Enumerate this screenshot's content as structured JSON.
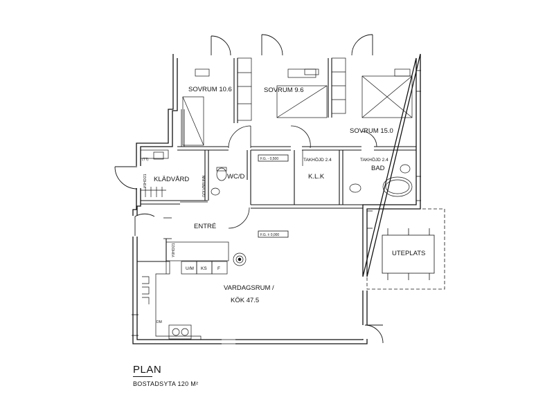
{
  "plan": {
    "title": "PLAN",
    "area_label": "BOSTADSYTA  120 M²"
  },
  "rooms": {
    "sovrum1": "SOVRUM 10.6",
    "sovrum2": "SOVRUM 9.6",
    "sovrum3": "SOVRUM 15.0",
    "kladvard": "KLÄDVÅRD",
    "wc": "WC/D",
    "klk": "K.L.K",
    "bad": "BAD",
    "entre": "ENTRÉ",
    "vardagsrum": "VARDAGSRUM /",
    "kok": "KÖK  47.5",
    "uteplats": "UTEPLATS"
  },
  "annotations": {
    "fg_upper": "F.G. - 0,500",
    "fg_lower": "F.G. ± 0,000",
    "takhojd1": "TAKHÖJD 2.4",
    "takhojd2": "TAKHÖJD 2.4",
    "ymd1": "Y0HO/21",
    "ymd2": "Y0HO/21",
    "golvbrunn": "GOLVBRUNN",
    "um": "U/M",
    "ks": "KS",
    "f": "F",
    "dm": "DM",
    "tt": "(TT)"
  }
}
